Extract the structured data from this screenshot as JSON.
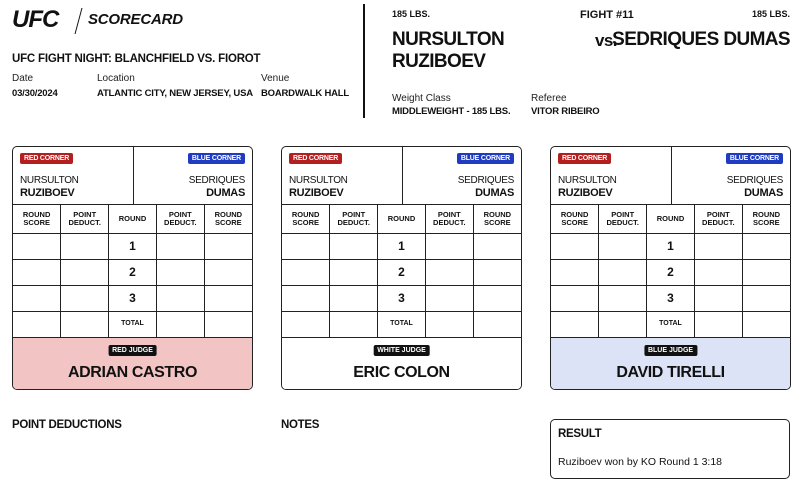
{
  "logo": {
    "brand": "UFC",
    "title": "SCORECARD"
  },
  "event": {
    "name": "UFC FIGHT NIGHT: BLANCHFIELD VS. FIOROT",
    "date_label": "Date",
    "date": "03/30/2024",
    "location_label": "Location",
    "location": "ATLANTIC CITY, NEW JERSEY, USA",
    "venue_label": "Venue",
    "venue": "BOARDWALK HALL"
  },
  "fight": {
    "number": "FIGHT #11",
    "vs": "vs.",
    "red": {
      "weight": "185 LBS.",
      "first": "NURSULTON",
      "last": "RUZIBOEV"
    },
    "blue": {
      "weight": "185 LBS.",
      "first": "SEDRIQUES",
      "last": "DUMAS",
      "full": "SEDRIQUES DUMAS"
    },
    "weight_class_label": "Weight Class",
    "weight_class": "MIDDLEWEIGHT - 185 LBS.",
    "referee_label": "Referee",
    "referee": "VITOR RIBEIRO"
  },
  "card_labels": {
    "red_corner": "RED CORNER",
    "blue_corner": "BLUE CORNER",
    "round_score_1": "ROUND",
    "round_score_2": "SCORE",
    "point_deduct_1": "POINT",
    "point_deduct_2": "DEDUCT.",
    "round": "ROUND",
    "rounds": [
      "1",
      "2",
      "3"
    ],
    "total": "TOTAL"
  },
  "judges": [
    {
      "label": "RED JUDGE",
      "name": "ADRIAN CASTRO",
      "color": "#f2c4c4"
    },
    {
      "label": "WHITE JUDGE",
      "name": "ERIC COLON",
      "color": "#ffffff"
    },
    {
      "label": "BLUE JUDGE",
      "name": "DAVID TIRELLI",
      "color": "#dde3f7"
    }
  ],
  "sections": {
    "point_deductions": "POINT DEDUCTIONS",
    "notes": "NOTES",
    "result_title": "RESULT",
    "result_text": "Ruziboev won by KO Round 1 3:18"
  }
}
